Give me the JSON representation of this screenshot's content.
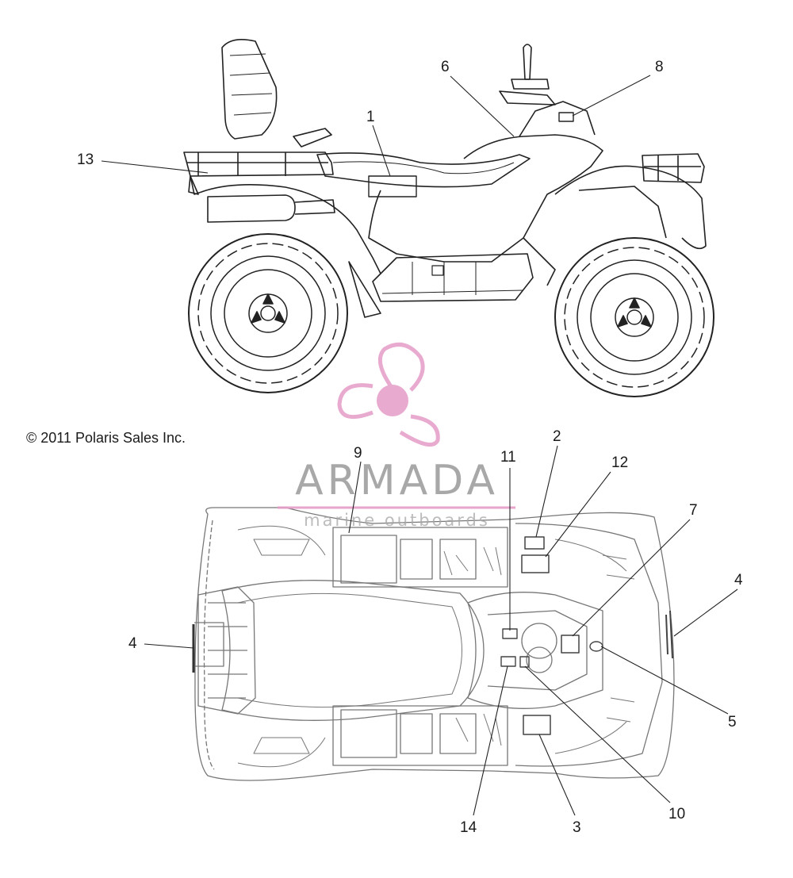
{
  "copyright": "© 2011 Polaris Sales Inc.",
  "watermark": {
    "name": "ARMADA",
    "tagline": "marine outboards",
    "logo_color": "#e59cc7",
    "text_color": "#8c8c8c"
  },
  "callouts": {
    "c1": "1",
    "c2": "2",
    "c3": "3",
    "c4a": "4",
    "c4b": "4",
    "c5": "5",
    "c6": "6",
    "c7": "7",
    "c8": "8",
    "c9": "9",
    "c10": "10",
    "c11": "11",
    "c12": "12",
    "c13": "13",
    "c14": "14"
  }
}
